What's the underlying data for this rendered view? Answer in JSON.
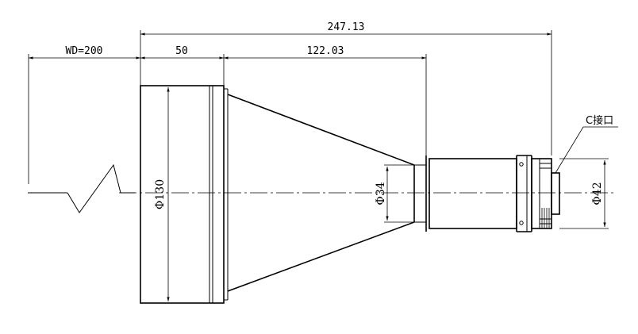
{
  "dimensions": {
    "overall_length": "247.13",
    "working_distance": "WD=200",
    "front_length": "50",
    "taper_length": "122.03",
    "diameter_front": "Φ130",
    "diameter_mid": "Φ34",
    "diameter_rear": "Φ42"
  },
  "annotations": {
    "mount": "C接口"
  }
}
